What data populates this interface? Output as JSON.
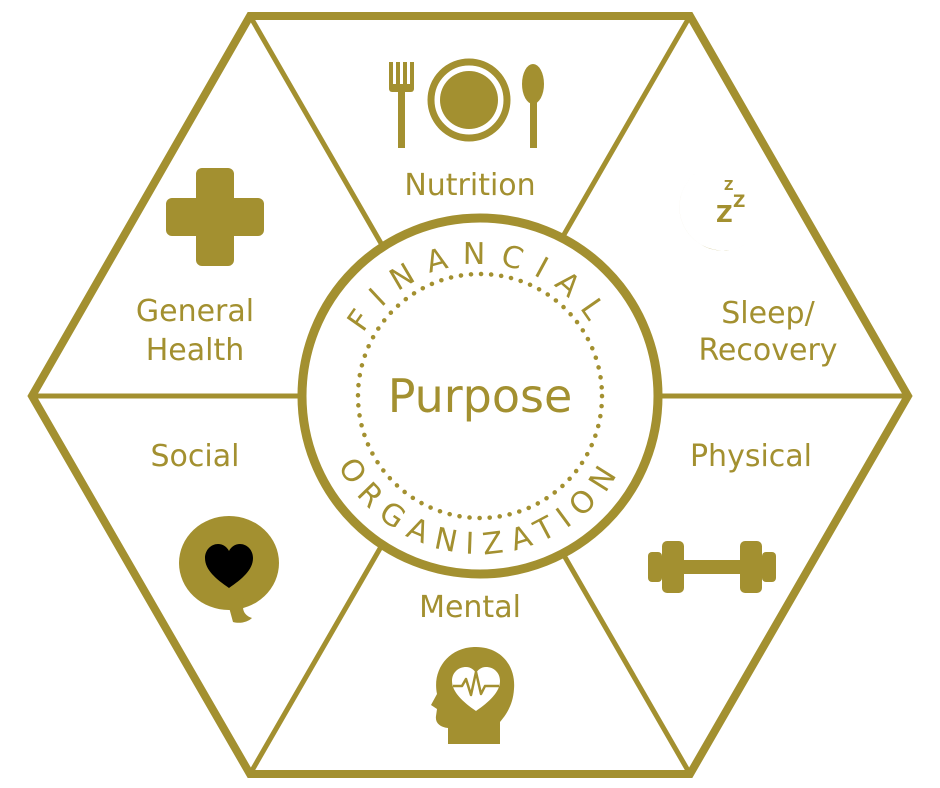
{
  "colors": {
    "accent": "#a39030",
    "background": "#ffffff",
    "heart_fill": "#000000"
  },
  "center": {
    "title": "Purpose",
    "ring_top": "FINANCIAL",
    "ring_bottom": "ORGANIZATION"
  },
  "segments": [
    {
      "id": "nutrition",
      "lines": [
        "Nutrition"
      ],
      "icon": "plate-fork-spoon-icon"
    },
    {
      "id": "sleep",
      "lines": [
        "Sleep/",
        "Recovery"
      ],
      "icon": "moon-zzz-icon"
    },
    {
      "id": "physical",
      "lines": [
        "Physical"
      ],
      "icon": "dumbbell-icon"
    },
    {
      "id": "mental",
      "lines": [
        "Mental"
      ],
      "icon": "head-heart-icon"
    },
    {
      "id": "social",
      "lines": [
        "Social"
      ],
      "icon": "speech-bubble-heart-icon"
    },
    {
      "id": "general-health",
      "lines": [
        "General",
        "Health"
      ],
      "icon": "medical-cross-icon"
    }
  ]
}
